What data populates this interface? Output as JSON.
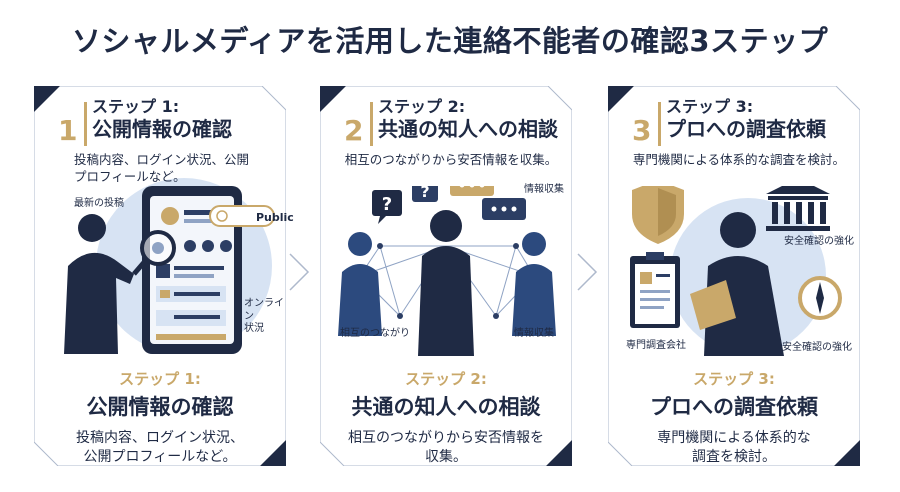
{
  "title": "ソシャルメディアを活用した連絡不能者の確認3ステップ",
  "colors": {
    "navy": "#1f2a44",
    "gold": "#c9a86a",
    "light_blue": "#d7e3f3"
  },
  "steps": [
    {
      "number": "1",
      "label": "ステップ 1:",
      "heading": "公開情報の確認",
      "description": "投稿内容、ログイン状況、公開プロフィールなど。",
      "illustration_labels": {
        "a": "最新の投稿",
        "b": "Public",
        "c": "オンライン\n状況"
      },
      "bottom_label": "ステップ 1:",
      "bottom_heading": "公開情報の確認",
      "bottom_description": "投稿内容、ログイン状況、\n公開プロフィールなど。"
    },
    {
      "number": "2",
      "label": "ステップ 2:",
      "heading": "共通の知人への相談",
      "description": "相互のつながりから安否情報を収集。",
      "illustration_labels": {
        "a": "情報収集",
        "b": "相互のつながり",
        "c": "情報収集"
      },
      "bottom_label": "ステップ 2:",
      "bottom_heading": "共通の知人への相談",
      "bottom_description": "相互のつながりから安否情報を\n収集。"
    },
    {
      "number": "3",
      "label": "ステップ 3:",
      "heading": "プロへの調査依頼",
      "description": "専門機関による体系的な調査を検討。",
      "illustration_labels": {
        "a": "安全確認の強化",
        "b": "専門調査会社",
        "c": "安全確認の強化"
      },
      "bottom_label": "ステップ 3:",
      "bottom_heading": "プロへの調査依頼",
      "bottom_description": "専門機関による体系的な\n調査を検討。"
    }
  ]
}
